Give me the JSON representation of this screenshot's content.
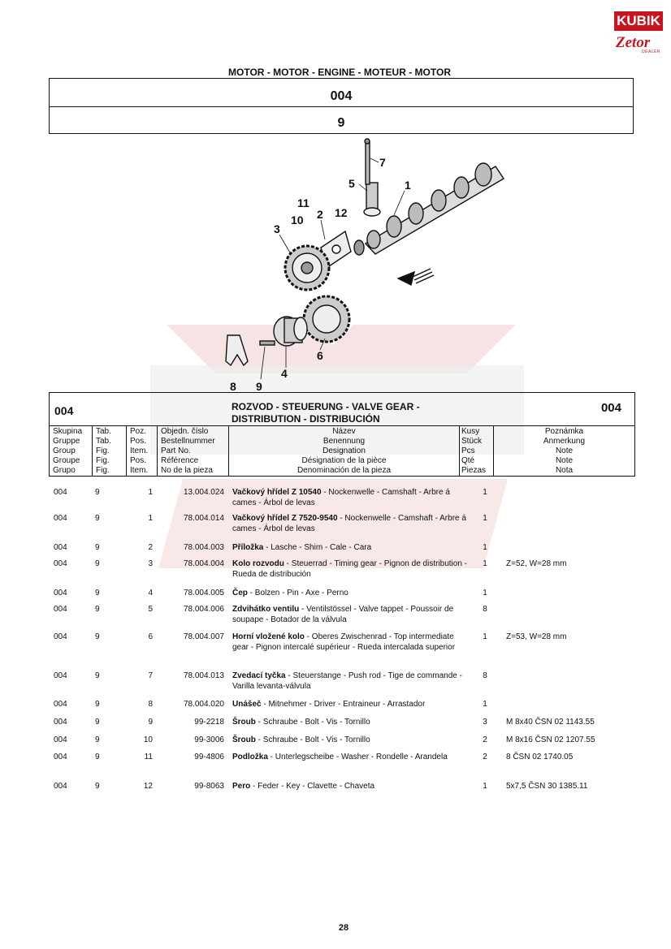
{
  "logo": {
    "brand": "KUBIK",
    "sub": "Zetor",
    "tag": "DEALER"
  },
  "header": {
    "section": "MOTOR - MOTOR - ENGINE - MOTEUR - MOTOR",
    "group_code": "004",
    "fig_code": "9"
  },
  "callouts": [
    "1",
    "2",
    "3",
    "4",
    "5",
    "6",
    "7",
    "8",
    "9",
    "10",
    "11",
    "12"
  ],
  "table": {
    "code_left": "004",
    "code_right": "004",
    "title_line1": "ROZVOD - STEUERUNG - VALVE GEAR -",
    "title_line2": "DISTRIBUTION - DISTRIBUCIÓN",
    "columns": {
      "group": [
        "Skupina",
        "Gruppe",
        "Group",
        "Groupe",
        "Grupo"
      ],
      "tab": [
        "Tab.",
        "Tab.",
        "Fig.",
        "Fig.",
        "Fig."
      ],
      "pos": [
        "Poz.",
        "Pos.",
        "Item.",
        "Pos.",
        "Item."
      ],
      "part": [
        "Objedn. číslo",
        "Bestellnummer",
        "Part No.",
        "Référence",
        "No de la pieza"
      ],
      "desc": [
        "Název",
        "Benennung",
        "Designation",
        "Désignation de la pièce",
        "Denominación de la pieza"
      ],
      "qty": [
        "Kusy",
        "Stück",
        "Pcs",
        "Qté",
        "Piezas"
      ],
      "note": [
        "Poznámka",
        "Anmerkung",
        "Note",
        "Note",
        "Nota"
      ]
    },
    "rows": [
      {
        "group": "004",
        "tab": "9",
        "pos": "1",
        "part": "13.004.024",
        "name": "Vačkový hřídel Z 10540",
        "desc": " - Nockenwelle - Camshaft - Arbre á cames - Árbol de levas",
        "qty": "1",
        "note": ""
      },
      {
        "group": "004",
        "tab": "9",
        "pos": "1",
        "part": "78.004.014",
        "name": "Vačkový hřídel Z 7520-9540",
        "desc": " - Nockenwelle - Camshaft - Arbre á cames - Árbol de levas",
        "qty": "1",
        "note": ""
      },
      {
        "group": "004",
        "tab": "9",
        "pos": "2",
        "part": "78.004.003",
        "name": "Příložka",
        "desc": " - Lasche - Shim - Cale - Cara",
        "qty": "1",
        "note": ""
      },
      {
        "group": "004",
        "tab": "9",
        "pos": "3",
        "part": "78.004.004",
        "name": "Kolo rozvodu",
        "desc": " - Steuerrad - Timing gear - Pignon de distribution - Rueda de distribución",
        "qty": "1",
        "note": "Z=52, W=28 mm"
      },
      {
        "group": "004",
        "tab": "9",
        "pos": "4",
        "part": "78.004.005",
        "name": "Čep",
        "desc": " - Bolzen - Pin - Axe - Perno",
        "qty": "1",
        "note": ""
      },
      {
        "group": "004",
        "tab": "9",
        "pos": "5",
        "part": "78.004.006",
        "name": "Zdvihátko ventilu",
        "desc": " - Ventilstössel - Valve tappet - Poussoir de soupape - Botador de la válvula",
        "qty": "8",
        "note": ""
      },
      {
        "group": "004",
        "tab": "9",
        "pos": "6",
        "part": "78.004.007",
        "name": "Horní vložené kolo",
        "desc": " - Oberes Zwischenrad - Top intermediate gear - Pignon intercalé supérieur - Rueda intercalada superior",
        "qty": "1",
        "note": "Z=53, W=28 mm"
      },
      {
        "group": "004",
        "tab": "9",
        "pos": "7",
        "part": "78.004.013",
        "name": "Zvedací tyčka",
        "desc": " - Steuerstange - Push rod - Tige de commande - Varilla levanta-válvula",
        "qty": "8",
        "note": ""
      },
      {
        "group": "004",
        "tab": "9",
        "pos": "8",
        "part": "78.004.020",
        "name": "Unášeč",
        "desc": " - Mitnehmer - Driver - Entraineur - Arrastador",
        "qty": "1",
        "note": ""
      },
      {
        "group": "004",
        "tab": "9",
        "pos": "9",
        "part": "99-2218",
        "name": "Šroub",
        "desc": " - Schraube - Bolt - Vis - Tornillo",
        "qty": "3",
        "note": "M 8x40 ČSN 02 1143.55"
      },
      {
        "group": "004",
        "tab": "9",
        "pos": "10",
        "part": "99-3006",
        "name": "Šroub",
        "desc": " - Schraube - Bolt - Vis - Tornillo",
        "qty": "2",
        "note": "M 8x16 ČSN 02 1207.55"
      },
      {
        "group": "004",
        "tab": "9",
        "pos": "11",
        "part": "99-4806",
        "name": "Podložka",
        "desc": " - Unterlegscheibe - Washer - Rondelle - Arandela",
        "qty": "2",
        "note": "8 ČSN 02 1740.05"
      },
      {
        "group": "004",
        "tab": "9",
        "pos": "12",
        "part": "99-8063",
        "name": "Pero",
        "desc": " - Feder - Key - Clavette - Chaveta",
        "qty": "1",
        "note": "5x7,5 ČSN 30 1385.11"
      }
    ]
  },
  "page_number": "28",
  "colors": {
    "brand_red": "#c8141e",
    "watermark": "#f3dede"
  }
}
